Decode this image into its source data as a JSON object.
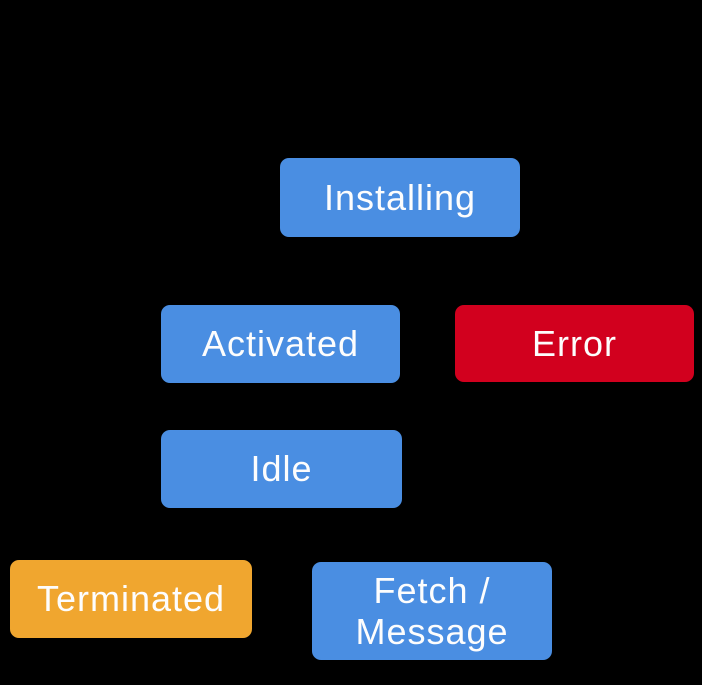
{
  "background_color": "#000000",
  "text_color": "#fdfdfd",
  "palette": {
    "state_blue": "#4a8ee2",
    "error_red": "#d2001e",
    "terminated_orange": "#f0a62f"
  },
  "diagram": {
    "nodes": [
      {
        "id": "installing",
        "label": "Installing",
        "color": "#4a8ee2"
      },
      {
        "id": "activated",
        "label": "Activated",
        "color": "#4a8ee2"
      },
      {
        "id": "error",
        "label": "Error",
        "color": "#d2001e"
      },
      {
        "id": "idle",
        "label": "Idle",
        "color": "#4a8ee2"
      },
      {
        "id": "terminated",
        "label": "Terminated",
        "color": "#f0a62f"
      },
      {
        "id": "fetch-message",
        "label": "Fetch /\nMessage",
        "color": "#4a8ee2"
      }
    ]
  }
}
